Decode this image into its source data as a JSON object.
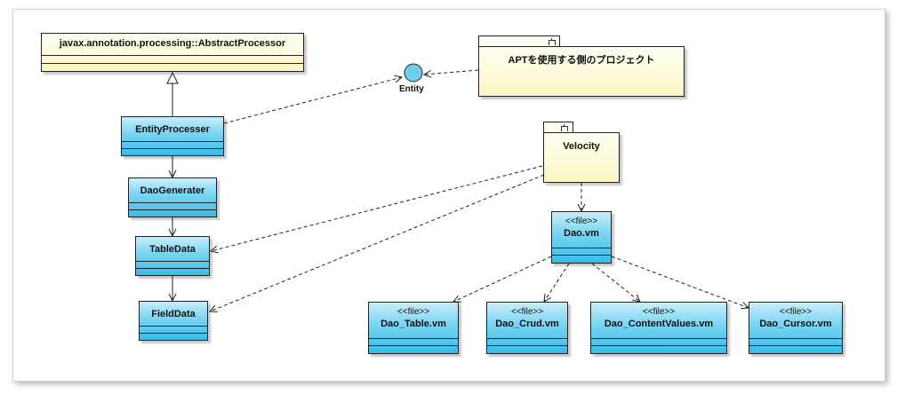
{
  "classes": {
    "abstract_processor": "javax.annotation.processing::AbstractProcessor",
    "entity_processer": "EntityProcesser",
    "dao_generater": "DaoGenerater",
    "table_data": "TableData",
    "field_data": "FieldData"
  },
  "interface": {
    "entity": "Entity"
  },
  "packages": {
    "apt_project": "APTを使用する側のプロジェクト",
    "velocity": "Velocity"
  },
  "files": {
    "stereotype": "<<file>>",
    "dao": "Dao.vm",
    "dao_table": "Dao_Table.vm",
    "dao_crud": "Dao_Crud.vm",
    "dao_content_values": "Dao_ContentValues.vm",
    "dao_cursor": "Dao_Cursor.vm"
  },
  "colors": {
    "class_fill": "#36bde8",
    "note_fill": "#fbf5c5",
    "line": "#222222"
  }
}
